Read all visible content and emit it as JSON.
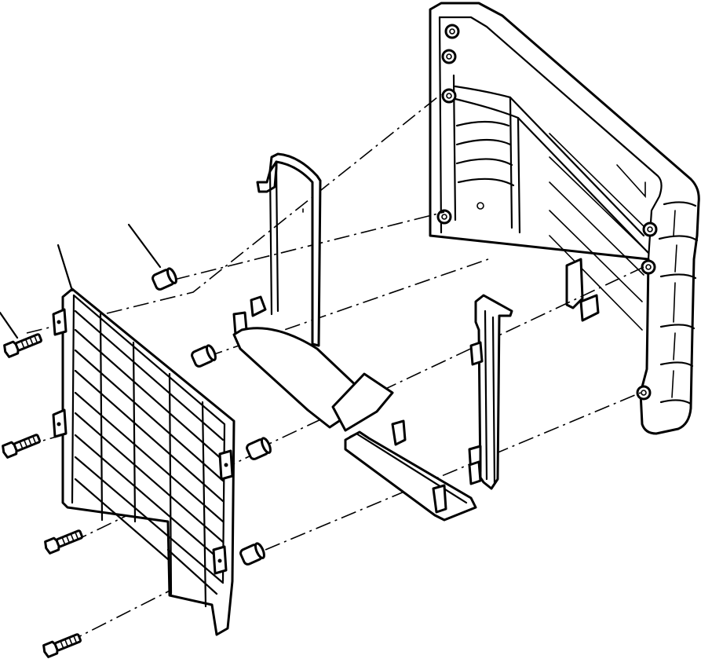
{
  "figure": {
    "type": "exploded-parts-diagram",
    "line_color": "#000000",
    "background": "#ffffff",
    "parts": [
      {
        "id": "bolt",
        "icon": "hex-bolt-icon",
        "count_shown": 4
      },
      {
        "id": "grille",
        "icon": "mesh-grille-icon",
        "count_shown": 1
      },
      {
        "id": "spacer",
        "icon": "spacer-collar-icon",
        "count_shown": 4
      },
      {
        "id": "left-bracket",
        "icon": "bent-bracket-icon",
        "count_shown": 1
      },
      {
        "id": "right-bracket",
        "icon": "channel-bracket-icon",
        "count_shown": 1
      },
      {
        "id": "housing",
        "icon": "ribbed-housing-icon",
        "count_shown": 1
      }
    ],
    "callout_leaders": 3
  }
}
